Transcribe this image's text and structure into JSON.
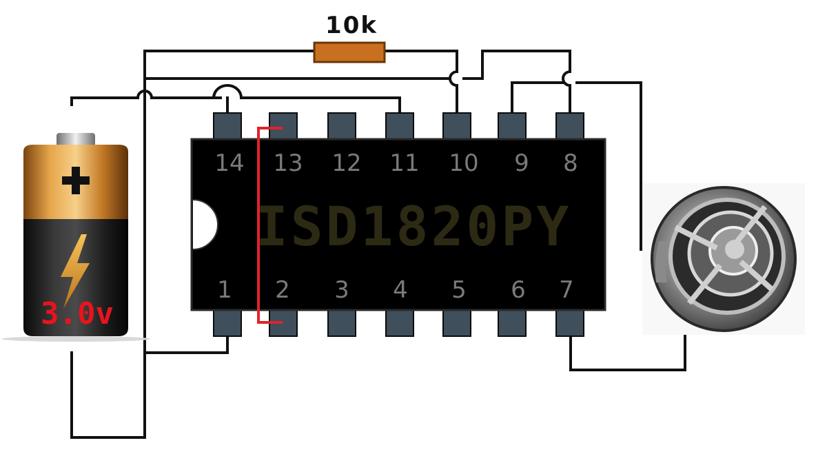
{
  "resistor": {
    "label": "10k",
    "color": "#c8701f"
  },
  "chip": {
    "label": "ISD1820PY",
    "body_color": "#000000",
    "label_color": "#2d2a14",
    "pin_color": "#3f4f5c",
    "top_pins": [
      "14",
      "13",
      "12",
      "11",
      "10",
      "9",
      "8"
    ],
    "bottom_pins": [
      "1",
      "2",
      "3",
      "4",
      "5",
      "6",
      "7"
    ]
  },
  "battery": {
    "voltage": "3.0v",
    "plus_symbol": "+",
    "voltage_color": "#e8141d"
  },
  "jumper_color": "#e0232b",
  "components": [
    "battery-icon",
    "lightning-icon",
    "speaker-icon"
  ]
}
